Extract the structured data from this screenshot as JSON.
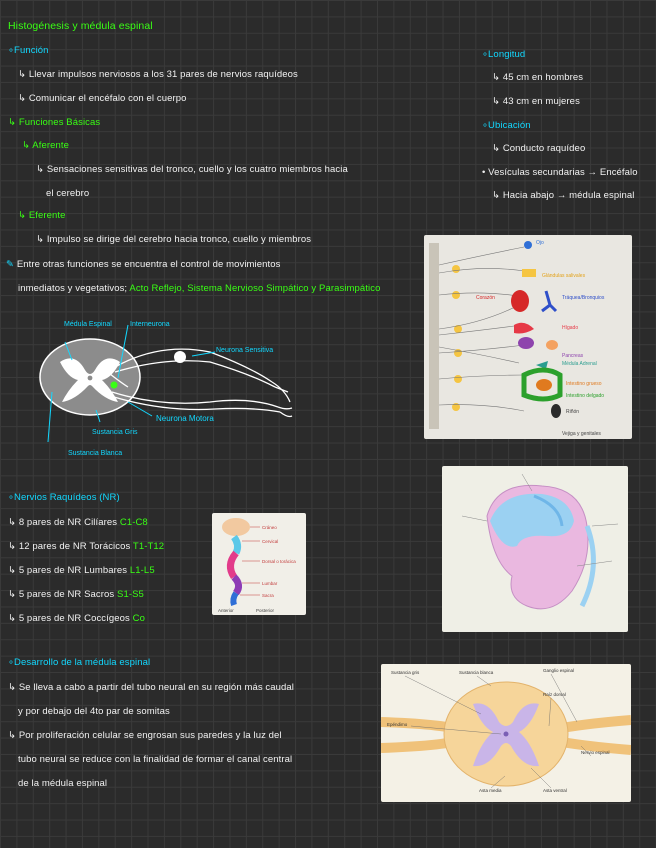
{
  "title": "Histogénesis y médula espinal",
  "funcion": {
    "heading": "Función",
    "items": [
      "Llevar impulsos nerviosos a los 31 pares de nervios raquídeos",
      "Comunicar el encéfalo con el cuerpo"
    ]
  },
  "funciones_basicas": {
    "heading": "Funciones Básicas",
    "aferente": {
      "heading": "Aferente",
      "line1": "Sensaciones sensitivas del tronco, cuello y los cuatro miembros hacia",
      "line2": "el cerebro"
    },
    "eferente": {
      "heading": "Eferente",
      "line1": "Impulso se dirige del cerebro hacia tronco, cuello y miembros"
    },
    "note_line1": "Entre otras funciones se encuentra el control de movimientos",
    "note_line2_white": "inmediatos y vegetativos;",
    "note_line2_green": "Acto Reflejo, Sistema Nervioso Simpático y Parasimpático"
  },
  "longitud": {
    "heading": "Longitud",
    "items": [
      "45 cm en hombres",
      "43 cm en mujeres"
    ]
  },
  "ubicacion": {
    "heading": "Ubicación",
    "item1": "Conducto raquídeo",
    "item2": "Vesículas secundarias → Encéfalo",
    "item3": "Hacia abajo → médula espinal"
  },
  "spinal_diagram": {
    "labels": {
      "medula_espinal": "Médula Espinal",
      "interneurona": "Interneurona",
      "neurona_sensitiva": "Neurona Sensitiva",
      "neurona_motora": "Neurona Motora",
      "sustancia_gris": "Sustancia Gris",
      "sustancia_blanca": "Sustancia Blanca"
    }
  },
  "organ_image": {
    "labels": [
      "Ojo",
      "Glándulas salivales",
      "Corazón",
      "Tráquea/Bronquios",
      "Hígado",
      "Pancreas",
      "Médula Adrenal",
      "Intestino grueso",
      "Intestino delgado",
      "Riñón",
      "Vejiga y genitales"
    ]
  },
  "nervios": {
    "heading": "Nervios Raquídeos (NR)",
    "items": [
      {
        "text": "8 pares de NR Cilíares",
        "code": "C1-C8"
      },
      {
        "text": "12 pares de NR Torácicos",
        "code": "T1-T12"
      },
      {
        "text": "5 pares de NR Lumbares",
        "code": "L1-L5"
      },
      {
        "text": "5 pares de NR Sacros",
        "code": "S1-S5"
      },
      {
        "text": "5 pares de NR Coccígeos",
        "code": "Co"
      }
    ]
  },
  "column_image": {
    "labels": [
      "Cráneo",
      "Cervical",
      "Dorsal o torácica",
      "Lumbar",
      "Sacra",
      "Anterior",
      "Posterior"
    ]
  },
  "desarrollo": {
    "heading": "Desarrollo de la médula espinal",
    "p1_line1": "Se lleva a cabo a partir del tubo neural en su región más caudal",
    "p1_line2": "y por debajo del 4to par de somitas",
    "p2_line1": "Por proliferación celular se engrosan sus paredes y la luz del",
    "p2_line2": "tubo neural se reduce con la finalidad de formar el canal central",
    "p2_line3": "de la médula espinal"
  },
  "section_image": {
    "labels": [
      "Sustancia gris",
      "Sustancia blanca",
      "Ganglio espinal",
      "Raíz dorsal",
      "Epéndimo",
      "Nervio espinal",
      "Asta media",
      "Asta ventral"
    ]
  },
  "colors": {
    "green": "#39ff14",
    "cyan": "#12d8ff",
    "background": "#2b2b2b"
  }
}
